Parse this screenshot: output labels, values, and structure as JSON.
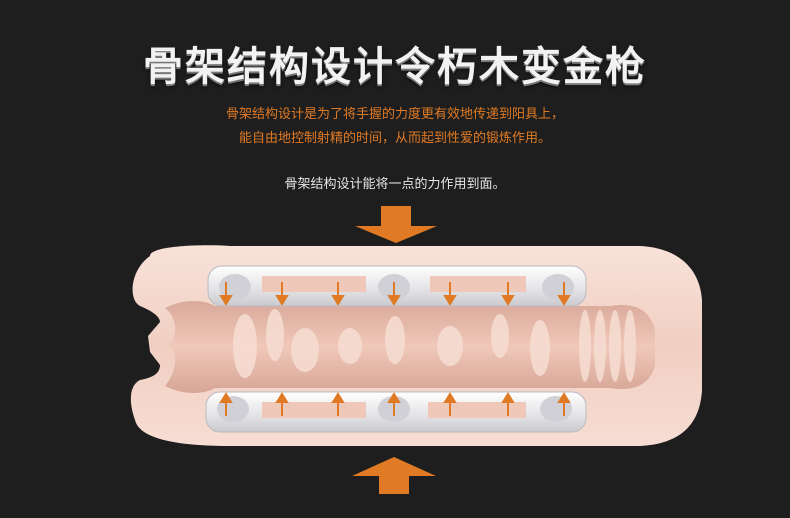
{
  "title": "骨架结构设计令朽木变金枪",
  "description": {
    "line1": "骨架结构设计是为了将手握的力度更有效地传递到阳具上，",
    "line2": "能自由地控制射精的时间，从而起到性爱的锻炼作用。"
  },
  "caption": "骨架结构设计能将一点的力作用到面。",
  "colors": {
    "background": "#1e1e1e",
    "accent": "#e07a25",
    "body": "#f3d3c8",
    "frame": "#e8e8ea"
  }
}
